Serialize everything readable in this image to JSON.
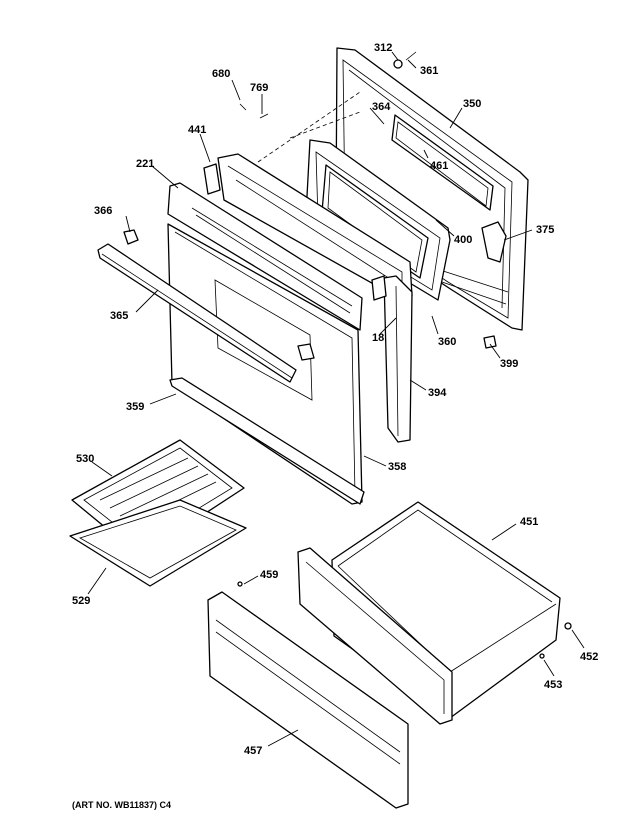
{
  "callouts": {
    "c312": "312",
    "c361": "361",
    "c680": "680",
    "c769": "769",
    "c364": "364",
    "c350": "350",
    "c441": "441",
    "c461": "461",
    "c221": "221",
    "c366": "366",
    "c400": "400",
    "c375": "375",
    "c365": "365",
    "c18": "18",
    "c360": "360",
    "c399": "399",
    "c359": "359",
    "c394": "394",
    "c358": "358",
    "c530": "530",
    "c451": "451",
    "c459": "459",
    "c529": "529",
    "c452": "452",
    "c453": "453",
    "c457": "457"
  },
  "caption": "(ART NO. WB11837) C4"
}
